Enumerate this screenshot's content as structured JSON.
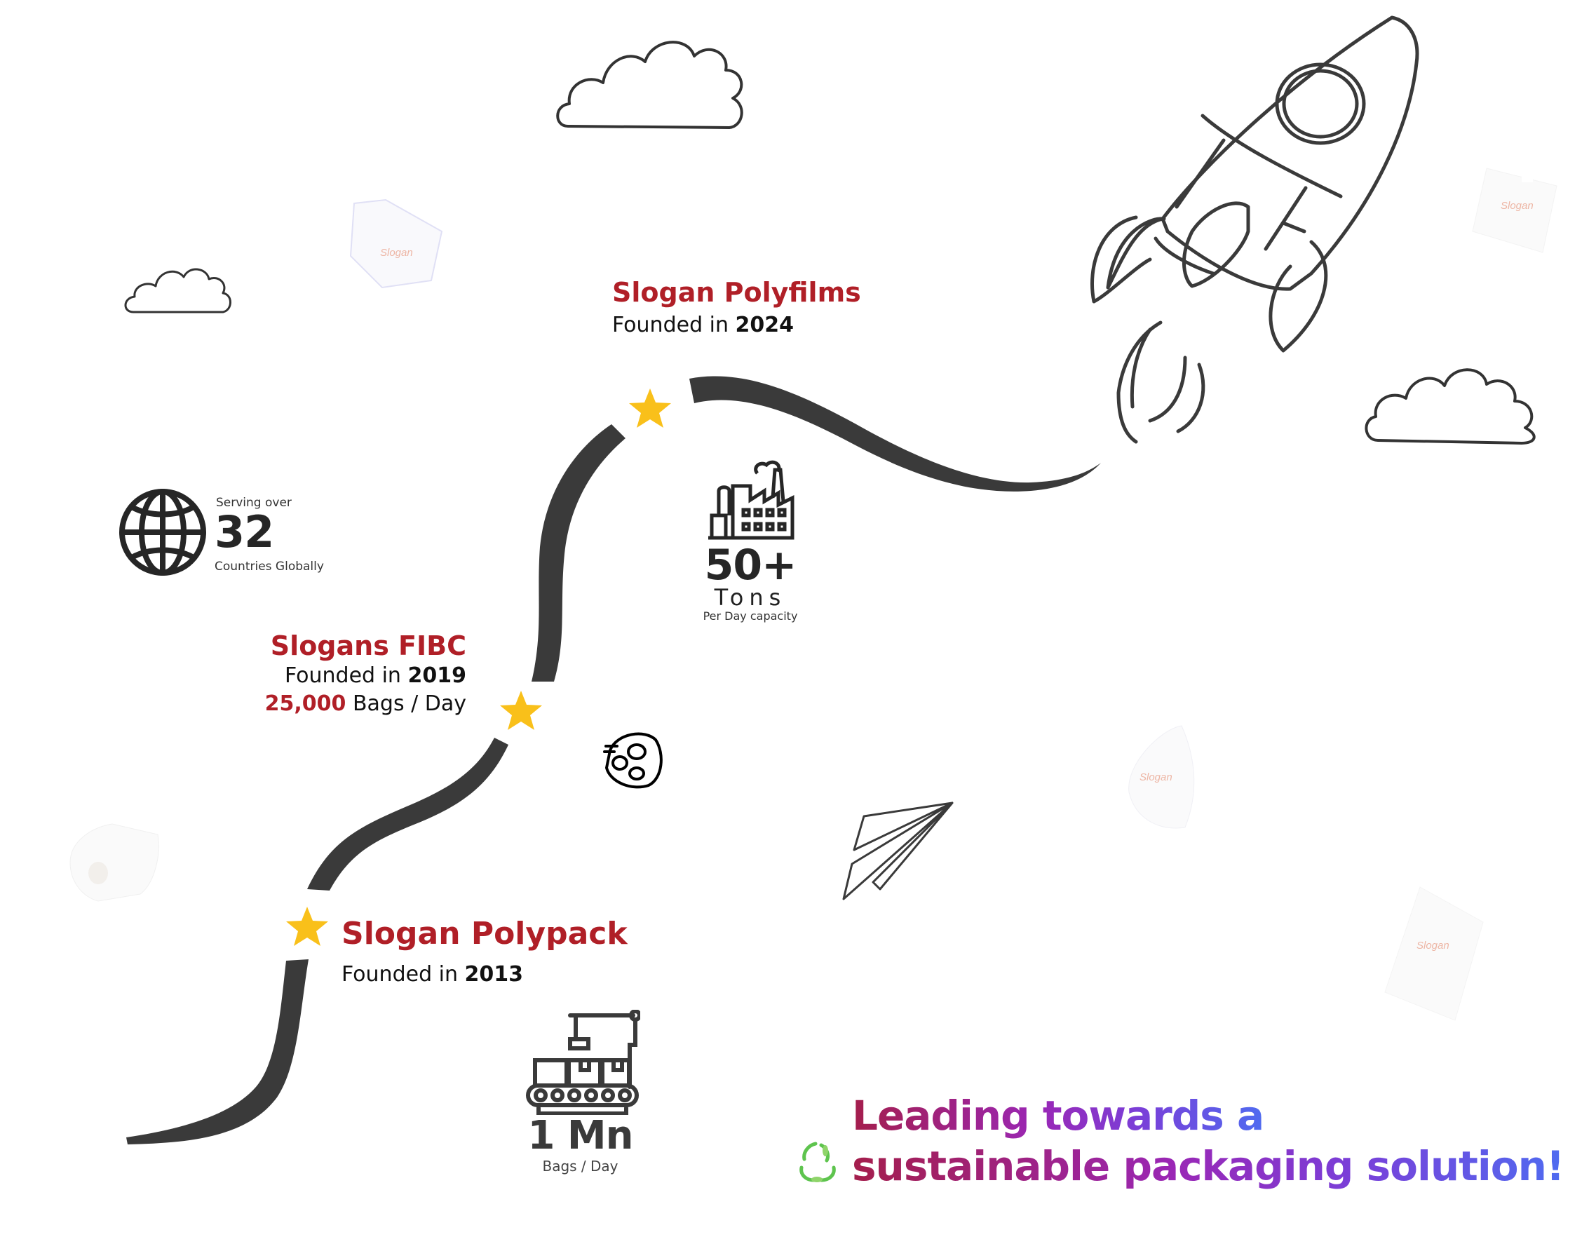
{
  "milestones": [
    {
      "name": "Slogan Polypack",
      "founded_prefix": "Founded in",
      "founded_year": "2013"
    },
    {
      "name": "Slogans FIBC",
      "founded_prefix": "Founded in",
      "founded_year": "2019",
      "capacity_value": "25,000",
      "capacity_unit": "Bags / Day"
    },
    {
      "name": "Slogan Polyfilms",
      "founded_prefix": "Founded in",
      "founded_year": "2024"
    }
  ],
  "stats": {
    "countries": {
      "label_top": "Serving over",
      "value": "32",
      "label_bottom": "Countries Globally",
      "icon": "globe-icon"
    },
    "tons": {
      "value": "50+",
      "unit": "Tons",
      "label": "Per Day capacity",
      "icon": "factory-icon"
    },
    "bags": {
      "value": "1 Mn",
      "label": "Bags / Day",
      "icon": "conveyor-icon"
    }
  },
  "tagline": {
    "line1": "Leading towards a",
    "line2": "sustainable packaging solution!",
    "icon": "recycle-icon"
  },
  "product_logo_text": "Slogan",
  "colors": {
    "brand_red": "#b01f27",
    "path": "#3a3a3a",
    "star": "#f9c01a",
    "gradient_start": "#a41e4c",
    "gradient_end": "#4f6bf0"
  }
}
